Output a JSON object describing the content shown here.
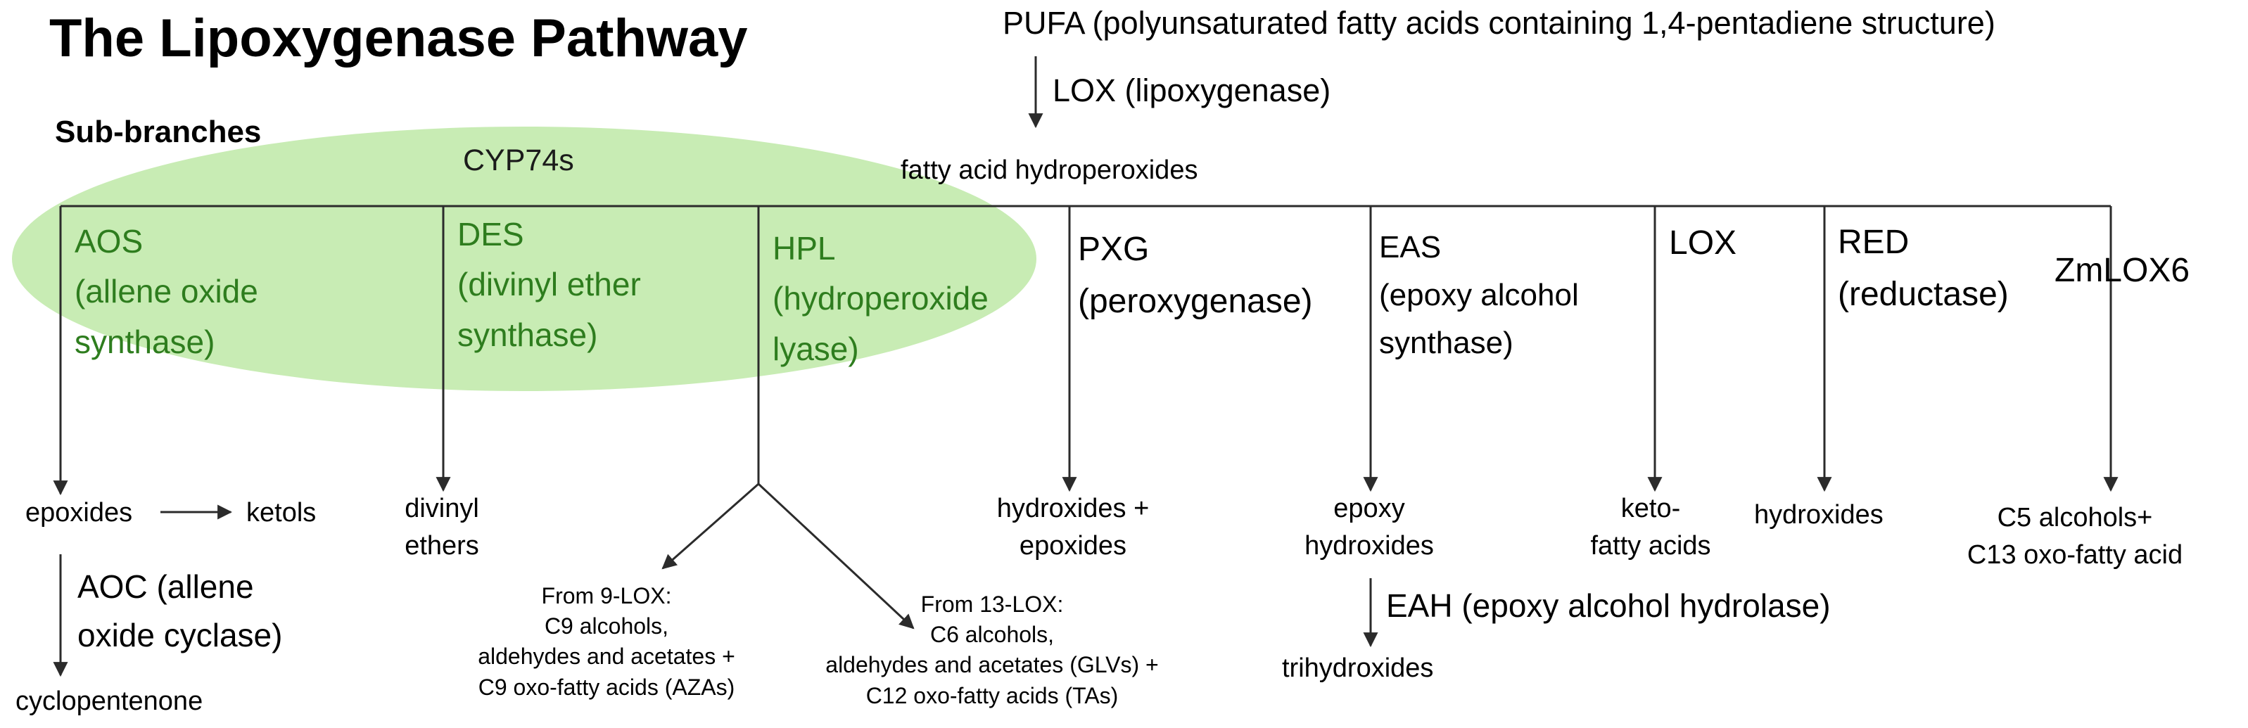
{
  "title": "The Lipoxygenase Pathway",
  "subtitle": "Sub-branches",
  "colors": {
    "ellipse_fill": "#c8ecb4",
    "green_text": "#2e7d1e",
    "line": "#2b2b2b"
  },
  "top": {
    "pufa": "PUFA (polyunsaturated fatty acids containing 1,4-pentadiene structure)",
    "lox": "LOX (lipoxygenase)",
    "hydroperoxides": "fatty acid hydroperoxides",
    "cyp": "CYP74s"
  },
  "branches": {
    "aos": {
      "line1": "AOS",
      "line2": "(allene oxide",
      "line3": "synthase)"
    },
    "des": {
      "line1": "DES",
      "line2": "(divinyl ether",
      "line3": "synthase)"
    },
    "hpl": {
      "line1": "HPL",
      "line2": "(hydroperoxide",
      "line3": "lyase)"
    },
    "pxg": {
      "line1": "PXG",
      "line2": "(peroxygenase)"
    },
    "eas": {
      "line1": "EAS",
      "line2": "(epoxy alcohol",
      "line3": "synthase)"
    },
    "lox": {
      "line1": "LOX"
    },
    "red": {
      "line1": "RED",
      "line2": "(reductase)"
    },
    "zmlox6": {
      "line1": "ZmLOX6"
    }
  },
  "products": {
    "epoxides": "epoxides",
    "ketols": "ketols",
    "aoc1": "AOC (allene",
    "aoc2": "oxide cyclase)",
    "cyclopentenone": "cyclopentenone",
    "divinyl1": "divinyl",
    "divinyl2": "ethers",
    "lox9": [
      "From 9-LOX:",
      "C9 alcohols,",
      "aldehydes and acetates +",
      "C9 oxo-fatty acids (AZAs)"
    ],
    "lox13": [
      "From 13-LOX:",
      "C6 alcohols,",
      "aldehydes and acetates (GLVs) +",
      "C12 oxo-fatty acids (TAs)"
    ],
    "hydrox1": "hydroxides +",
    "hydrox2": "epoxides",
    "epoxy1": "epoxy",
    "epoxy2": "hydroxides",
    "eah": "EAH (epoxy alcohol hydrolase)",
    "trihydroxides": "trihydroxides",
    "keto1": "keto-",
    "keto2": "fatty acids",
    "hydroxides": "hydroxides",
    "c5_1": "C5 alcohols+",
    "c5_2": "C13 oxo-fatty acid"
  }
}
